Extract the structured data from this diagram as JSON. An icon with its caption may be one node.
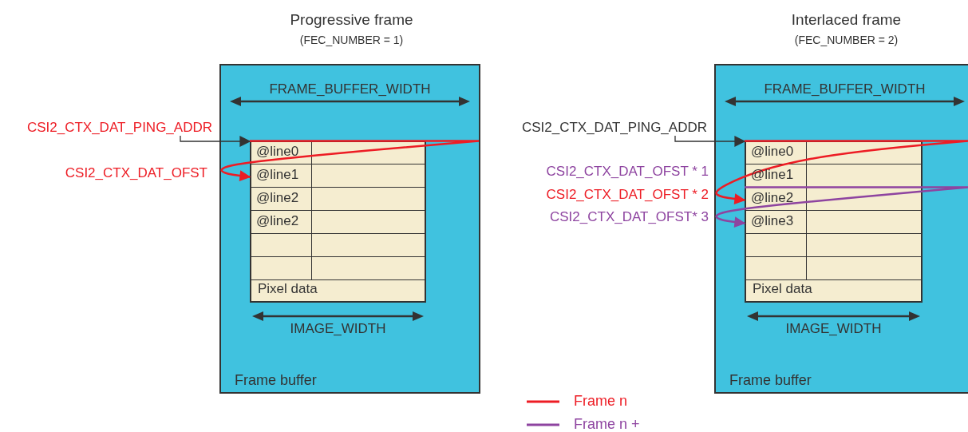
{
  "diagram": {
    "nodes": [
      {
        "text": [
          "Progressive frame",
          "(FEC_NUMBER = 1)",
          "Frame buffer"
        ]
      },
      {
        "text": [
          "Pixel data"
        ],
        "in": 0
      },
      {
        "text": [
          "@line0"
        ],
        "in": 1
      },
      {
        "text": [
          "@line1"
        ],
        "in": 1
      },
      {
        "text": [
          "@line2"
        ],
        "in": 1
      },
      {
        "text": [
          "@line2"
        ],
        "in": 1
      },
      {
        "text": [
          "CSI2_CTX_DAT_PING_ADDR"
        ]
      },
      {
        "text": [
          "Interlaced frame",
          "(FEC_NUMBER = 2)",
          "Frame buffer"
        ]
      },
      {
        "text": [
          "Pixel data"
        ],
        "in": 7
      },
      {
        "text": [
          "@line0"
        ],
        "in": 8
      },
      {
        "text": [
          "@line1"
        ],
        "in": 8
      },
      {
        "text": [
          "@line2"
        ],
        "in": 8
      },
      {
        "text": [
          "@line3"
        ],
        "in": 8
      },
      {
        "text": [
          "CSI2_CTX_DAT_PING_ADDR"
        ]
      }
    ],
    "edges": [
      {
        "from": 6,
        "to": 1,
        "arrow": "to"
      },
      {
        "from": 2,
        "to": 3,
        "arrow": "to",
        "color": "#ed1c24"
      },
      {
        "from": 13,
        "to": 8,
        "arrow": "to"
      },
      {
        "from": 9,
        "to": 11,
        "arrow": "to",
        "color": "#ed1c24"
      },
      {
        "from": 10,
        "to": 12,
        "arrow": "to",
        "color": "#8e44a0"
      }
    ],
    "labels": [
      "FRAME_BUFFER_WIDTH",
      "CSI2_CTX_DAT_OFST",
      "IMAGE_WIDTH",
      "FRAME_BUFFER_WIDTH",
      "CSI2_CTX_DAT_OFST * 1",
      "CSI2_CTX_DAT_OFST * 2",
      "CSI2_CTX_DAT_OFST* 3",
      "IMAGE_WIDTH"
    ],
    "legend": [
      {
        "text": "Frame n"
      },
      {
        "text": "Frame n +"
      }
    ]
  }
}
